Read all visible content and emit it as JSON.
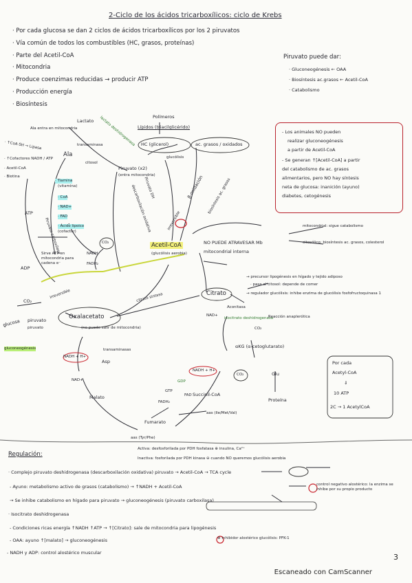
{
  "title": "2-Ciclo de los ácidos tricarboxílicos: ciclo de Krebs",
  "intro": [
    "· Por cada glucosa se dan 2 ciclos de ácidos tricarboxílicos por los 2 piruvatos",
    "· Vía común de todos los combustibles (HC, grasos, proteínas)",
    "· Parte del Acetil-CoA",
    "· Mitocondria",
    "· Produce coenzimas reducidas → producir ATP",
    "· Producción energía",
    "· Biosíntesis"
  ],
  "piruvato_box": {
    "head": "Piruvato puede dar:",
    "items": [
      "· Gluconeogénesis ← OAA",
      "· Biosíntesis ac.grasos ← Acetil-CoA",
      "· Catabolismo"
    ]
  },
  "red_box": {
    "lines": [
      "- Los animales NO pueden",
      "realizar gluconeogénesis",
      "a partir de Acetil-CoA",
      "- Se generan ↑[Acetil-CoA] a partir",
      "del catabolismo de ac. grasos",
      "alimentarios, pero NO hay síntesis",
      "neta de glucosa: inanición (ayuno)",
      "diabetes, cetogénesis"
    ]
  },
  "diagram": {
    "polimeros": "Polímeros",
    "lipidos": "Lípidos (triacilglicérido)",
    "glicerol": "HC (glicerol)",
    "ac_grasos": "ac. grasos / oxidados",
    "gluco": "glucólisis",
    "lactato": "Lactato",
    "lactato_deshid": "lactato deshidrogenasa",
    "ala_note": "Ala entra en mitocondria",
    "ala": "Ala",
    "transaminasa": "transaminasa",
    "citosol": "citosol",
    "piruvato": "Piruvato (x2)",
    "piruvato_sub": "(entra mitocondria)",
    "piruvato_dh": "Piruvato DH",
    "piruvato_dh_sub": "descarboxilación oxidativa",
    "irreversible": "irreversible",
    "beta_ox": "β-oxidación",
    "biosintesis_ag": "biosíntesis ac. grasos",
    "co_list": [
      "· Tiamina",
      "(vitamina)",
      "· CoA",
      "· NAD+",
      "· FAD",
      "· Ácido lipoico",
      "(cofactor)"
    ],
    "co2": "CO₂",
    "nadh": "NADH",
    "fadh2": "FADH₂",
    "atp_note": "Sirve ATP en mitocondria para cadena e⁻",
    "left_notes": [
      "· ↑CoA-SH → Lipasa",
      "· ↑Cofactores NADH / ATP",
      "· Acetil-CoA",
      "· Biotina"
    ],
    "atp": "ATP",
    "adp": "ADP",
    "piruvato_carb": "Piruvato carboxilasa",
    "irreversible2": "irreversible",
    "co2b": "CO₂",
    "glucosa": "glucosa",
    "glucosa_piruvato": "piruvato",
    "glucosa_sub": "piruvato",
    "gluconeo": "gluconeogénesis",
    "acetil": "Acetil-CoA",
    "acetil_sub": "(glucólisis aerobia)",
    "no_atraviesa": "NO PUEDE ATRAVESAR Mb",
    "no_atraviesa2": "mitocondrial interna",
    "mito": "mitocondrial: sigue catabolismo",
    "cito": "citosólico: biosíntesis ac. grasos, colesterol",
    "citrato_sintasa": "citrato sintasa",
    "citrato": "Citrato",
    "cit_notes": [
      "→ precursor lipogénesis en hígado y tejido adiposo",
      "· pasa al citosol: depende de comer",
      "→ regulador glucólisis: inhibe enzima de glucólisis fosfofructoquinasa 1"
    ],
    "oxalacetato": "Oxalacetato",
    "oxala_sub": "(no puede salir de mitocondria)",
    "aconitasa": "Aconitasa",
    "isocitrato_dh": "isocitrato deshidrogenasa",
    "reaccion_anap": "Reacción anaplerótica",
    "nadplus": "NAD+",
    "co2c": "CO₂",
    "akg": "αKG (α-cetoglutarato)",
    "glu": "Glu",
    "proteina": "Proteína",
    "nadhbox": "NADH + H+",
    "co2d": "CO₂",
    "transaminasas": "transaminasas",
    "asp": "Asp",
    "nadhbox2": "NADH + H+",
    "nad2": "NAD+",
    "malato": "Malato",
    "succinil": "Succinil-CoA",
    "gtp": "GTP",
    "gdp": "GDP",
    "fadh2b": "FADH₂",
    "fad2": "FAD",
    "aas": "aas (Ile/Met/Val)",
    "fumarato": "Fumarato",
    "aas2": "aas (Tyr/Phe)",
    "por_cada": [
      "Por cada",
      "Acetyl-CoA",
      "⇓",
      "10 ATP",
      "2C → 1 AcetylCoA"
    ]
  },
  "regulacion": {
    "head": "Regulación:",
    "activa": "Activa: desfosforilada por PDH fosfatasa ⊕ insulina, Ca²⁺",
    "inactiva": "Inactiva: fosforilada por PDH kinasa ⊖ cuando NO queremos glucólisis aerobia",
    "complejo": "· Complejo piruvato deshidrogenasa (descarboxilación oxidativa) piruvato → Acetil-CoA → TCA cycle",
    "ayuno": "- Ayuno: metabolismo activo de grasos (catabolismo) → ↑NADH + Acetil-CoA",
    "ayuno_side": "control negativo alostérico: la enzima se inhibe por su propio producto",
    "inhibe": "→ Se inhibe catabolismo en hígado para piruvato → gluconeogénesis (piruvato carboxilasa)",
    "isocitrato": "· Isocitrato deshidrogenasa",
    "condiciones": "- Condiciones ricas energía ↑NADH ↑ATP → ↑[Citrato]: sale de mitocondria para lipogénesis",
    "inhibidor": "⊗ inhibidor alostérico glucólisis: PFK-1",
    "oaa": "- OAA: ayuno ↑[malato] → gluconeogénesis",
    "nadh_adp": "- NADH y ADP: control alostérico muscular"
  },
  "page_number": "3",
  "footer": "Escaneado con CamScanner"
}
